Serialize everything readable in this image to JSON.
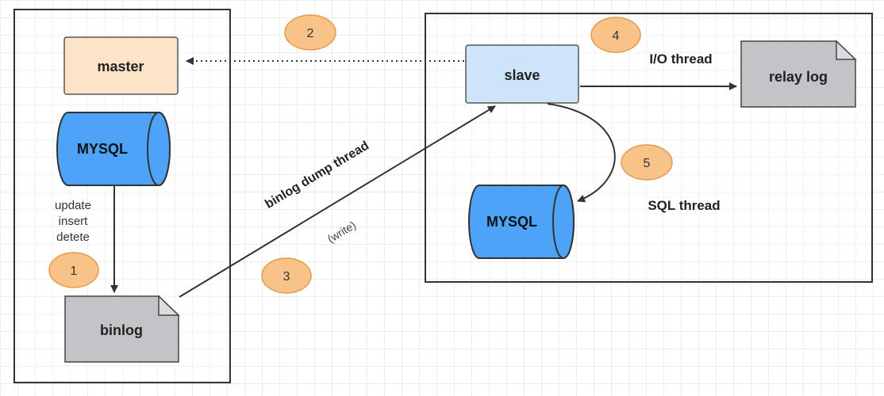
{
  "nodes": {
    "master": "master",
    "slave": "slave",
    "mysql_master": "MYSQL",
    "mysql_slave": "MYSQL",
    "binlog": "binlog",
    "relay_log": "relay log"
  },
  "operations": {
    "line1": "update",
    "line2": "insert",
    "line3": "detete"
  },
  "edges": {
    "binlog_dump_thread": "binlog dump thread",
    "write": "(write)",
    "io_thread": "I/O thread",
    "sql_thread": "SQL thread"
  },
  "steps": [
    "1",
    "2",
    "3",
    "4",
    "5"
  ],
  "colors": {
    "master_fill": "#fde3c8",
    "slave_fill": "#cde4fb",
    "mysql_fill": "#4da3f7",
    "doc_fill": "#c3c3c8",
    "step_fill": "#f8c389",
    "step_stroke": "#e59a4b"
  }
}
